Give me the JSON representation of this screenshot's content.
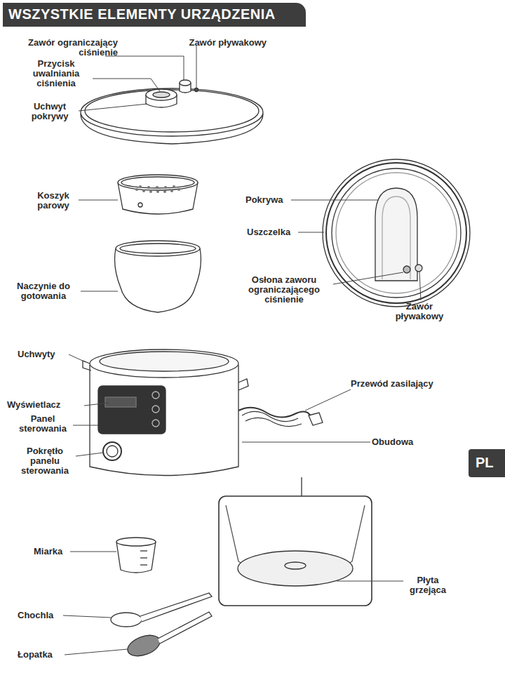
{
  "diagram": {
    "title": "WSZYSTKIE ELEMENTY URZĄDZENIA",
    "nodes": [
      {
        "text": [
          "PL"
        ]
      }
    ],
    "labels": [
      "Zawór ograniczający ciśnienie",
      "Zawór pływakowy",
      "Przycisk uwalniania ciśnienia",
      "Uchwyt pokrywy",
      "Koszyk parowy",
      "Pokrywa",
      "Uszczelka",
      "Naczynie do gotowania",
      "Osłona zaworu ograniczającego ciśnienie",
      "Zawór pływakowy",
      "Uchwyty",
      "Przewód zasilający",
      "Wyświetlacz",
      "Panel sterowania",
      "Obudowa",
      "Pokrętło panelu sterowania",
      "Miarka",
      "Płyta grzejąca",
      "Chochla",
      "Łopatka"
    ]
  }
}
